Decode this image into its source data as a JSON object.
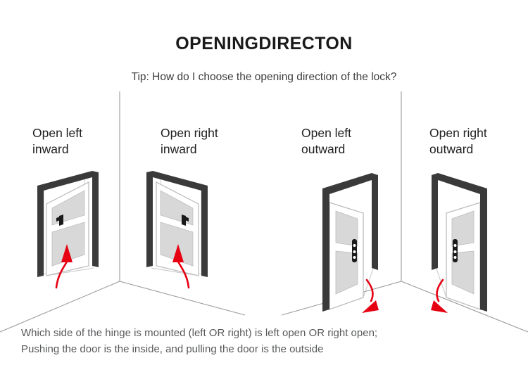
{
  "page": {
    "title": "OPENINGDIRECTON",
    "tip": "Tip: How do I choose the opening direction of the lock?",
    "background_color": "#ffffff"
  },
  "colors": {
    "title_text": "#1a1a1a",
    "tip_text": "#3d3d3d",
    "label_text": "#1f1f1f",
    "caption_text": "#58595b",
    "door_frame": "#3a3a3a",
    "door_panel": "#ffffff",
    "door_inset": "#d8d8d8",
    "wall_line": "#9b9b9b",
    "arrow_red": "#e60012",
    "ghost_outline": "#cfcfcf",
    "lock_hardware": "#1a1a1a"
  },
  "panels": [
    {
      "id": "open-left-inward",
      "label": "Open left\ninward",
      "hinge_side": "left",
      "swing": "inward",
      "arrow_direction": "up",
      "arrow_label": "inward-arrow"
    },
    {
      "id": "open-right-inward",
      "label": "Open right\ninward",
      "hinge_side": "right",
      "swing": "inward",
      "arrow_direction": "up",
      "arrow_label": "inward-arrow"
    },
    {
      "id": "open-left-outward",
      "label": "Open left\noutward",
      "hinge_side": "left",
      "swing": "outward",
      "arrow_direction": "down-right",
      "arrow_label": "outward-arrow"
    },
    {
      "id": "open-right-outward",
      "label": "Open right\noutward",
      "hinge_side": "right",
      "swing": "outward",
      "arrow_direction": "down-left",
      "arrow_label": "outward-arrow"
    }
  ],
  "caption": "Which side of the hinge is mounted (left OR right) is left open OR right open;\nPushing the door is the inside, and pulling the door is the outside"
}
